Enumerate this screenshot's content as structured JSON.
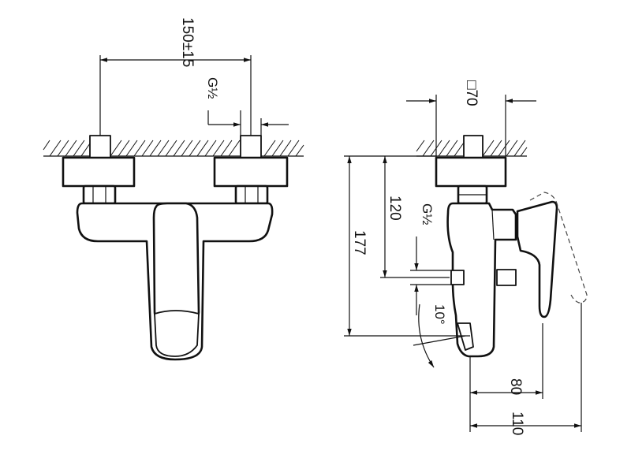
{
  "front_view": {
    "centers_dim": "150±15",
    "thread_dim": "G½"
  },
  "side_view": {
    "escutcheon_dim": "□70",
    "inlet_height_dim": "120",
    "total_height_dim": "177",
    "thread_dim": "G½",
    "angle_dim": "10°",
    "spout_projection_dim": "80",
    "lever_projection_dim": "110"
  }
}
